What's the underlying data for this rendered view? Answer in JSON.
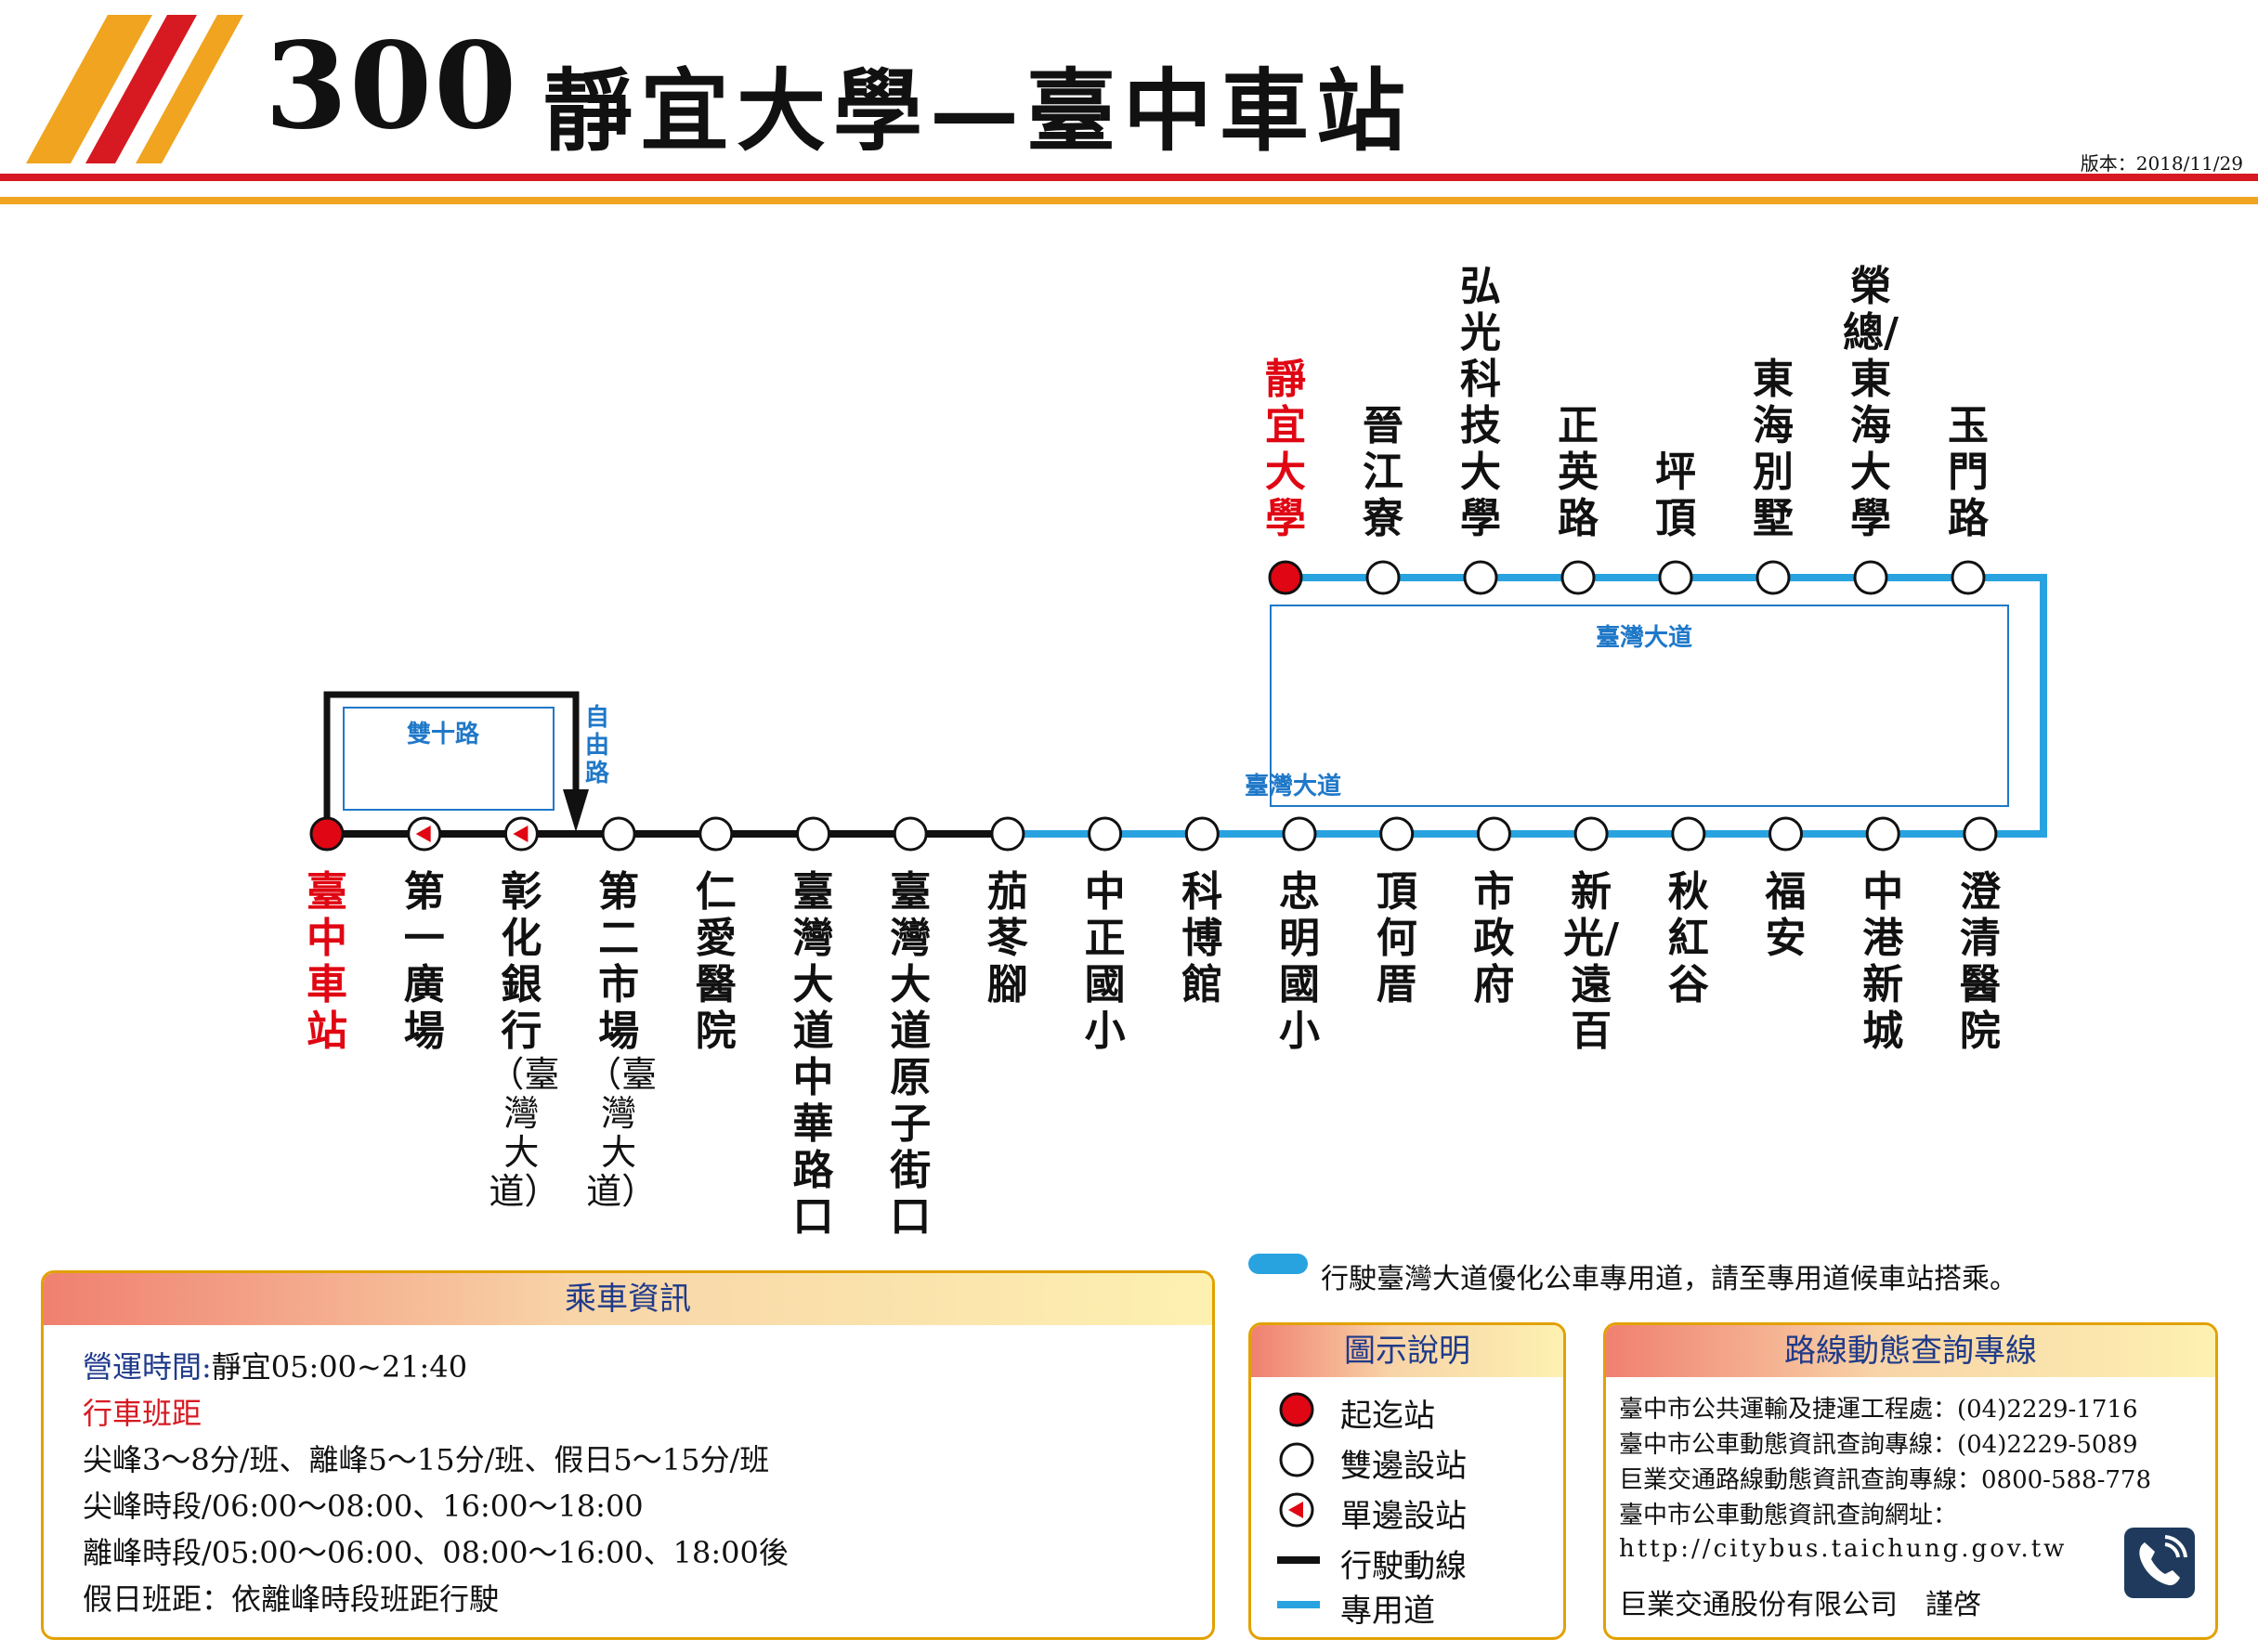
{
  "header": {
    "route_number": "300",
    "route_name": "靜宜大學—臺中車站",
    "version": "版本：2018/11/29"
  },
  "colors": {
    "red": "#d71921",
    "orange": "#f0a41f",
    "route_line": "#111111",
    "bus_lane": "#29a3e0",
    "terminal": "#e00613",
    "road_label": "#1f78c8"
  },
  "top_row": [
    {
      "name": "靜宜大學",
      "type": "terminal"
    },
    {
      "name": "晉江寮",
      "type": "both"
    },
    {
      "name": "弘光科技大學",
      "type": "both"
    },
    {
      "name": "正英路",
      "type": "both"
    },
    {
      "name": "坪頂",
      "type": "both"
    },
    {
      "name": "東海別墅",
      "type": "both"
    },
    {
      "name": "榮總/東海大學",
      "type": "both"
    },
    {
      "name": "玉門路",
      "type": "both"
    }
  ],
  "bottom_row": [
    {
      "name": "臺中車站",
      "type": "terminal",
      "note": ""
    },
    {
      "name": "第一廣場",
      "type": "one_side",
      "note": ""
    },
    {
      "name": "彰化銀行",
      "type": "one_side",
      "note": "（臺灣大道）"
    },
    {
      "name": "第二市場",
      "type": "both",
      "note": "（臺灣大道）"
    },
    {
      "name": "仁愛醫院",
      "type": "both",
      "note": ""
    },
    {
      "name": "臺灣大道中華路口",
      "type": "both",
      "note": ""
    },
    {
      "name": "臺灣大道原子街口",
      "type": "both",
      "note": ""
    },
    {
      "name": "茄苳腳",
      "type": "both",
      "note": ""
    },
    {
      "name": "中正國小",
      "type": "both",
      "note": ""
    },
    {
      "name": "科博館",
      "type": "both",
      "note": ""
    },
    {
      "name": "忠明國小",
      "type": "both",
      "note": ""
    },
    {
      "name": "頂何厝",
      "type": "both",
      "note": ""
    },
    {
      "name": "市政府",
      "type": "both",
      "note": ""
    },
    {
      "name": "新光/遠百",
      "type": "both",
      "note": ""
    },
    {
      "name": "秋紅谷",
      "type": "both",
      "note": ""
    },
    {
      "name": "福安",
      "type": "both",
      "note": ""
    },
    {
      "name": "中港新城",
      "type": "both",
      "note": ""
    },
    {
      "name": "澄清醫院",
      "type": "both",
      "note": ""
    }
  ],
  "roads": {
    "top": "臺灣大道",
    "middle": "臺灣大道",
    "loop": "雙十路",
    "ziyou": "自由路"
  },
  "bus_lane_note": "行駛臺灣大道優化公車專用道，請至專用道候車站搭乘。",
  "info_panel": {
    "title": "乘車資訊",
    "hours_label": "營運時間:",
    "hours_value": "靜宜05:00~21:40",
    "headway_label": "行車班距",
    "lines": [
      "尖峰3～8分/班、離峰5～15分/班、假日5～15分/班",
      "尖峰時段/06:00～08:00、16:00～18:00",
      "離峰時段/05:00～06:00、08:00～16:00、18:00後",
      "假日班距：依離峰時段班距行駛"
    ]
  },
  "legend_panel": {
    "title": "圖示說明",
    "items": [
      {
        "icon": "terminal-stop-icon",
        "label": "起迄站"
      },
      {
        "icon": "two-side-stop-icon",
        "label": "雙邊設站"
      },
      {
        "icon": "one-side-stop-icon",
        "label": "單邊設站"
      },
      {
        "icon": "route-line-icon",
        "label": "行駛動線"
      },
      {
        "icon": "bus-lane-icon",
        "label": "專用道"
      }
    ]
  },
  "contact_panel": {
    "title": "路線動態查詢專線",
    "lines": [
      "臺中市公共運輸及捷運工程處：(04)2229-1716",
      "臺中市公車動態資訊查詢專線：(04)2229-5089",
      "巨業交通路線動態資訊查詢專線：0800-588-778",
      "臺中市公車動態資訊查詢網址：",
      "http://citybus.taichung.gov.tw"
    ],
    "company": "巨業交通股份有限公司　謹啓"
  }
}
